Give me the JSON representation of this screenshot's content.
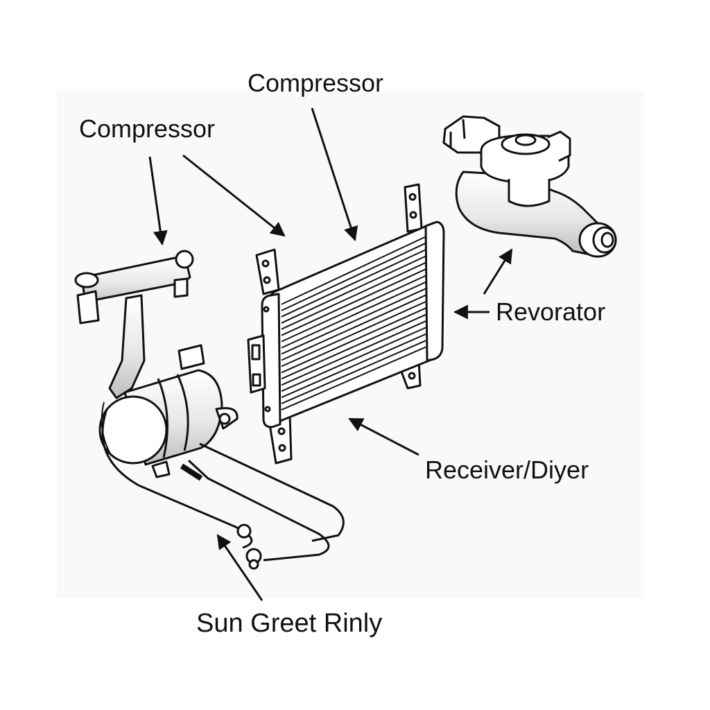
{
  "labels": {
    "compressor_top": "Compressor",
    "compressor_left": "Compressor",
    "revorator": "Revorator",
    "receiver_dryer": "Receiver/Diyer",
    "bottom": "Sun Greet Rinly"
  }
}
